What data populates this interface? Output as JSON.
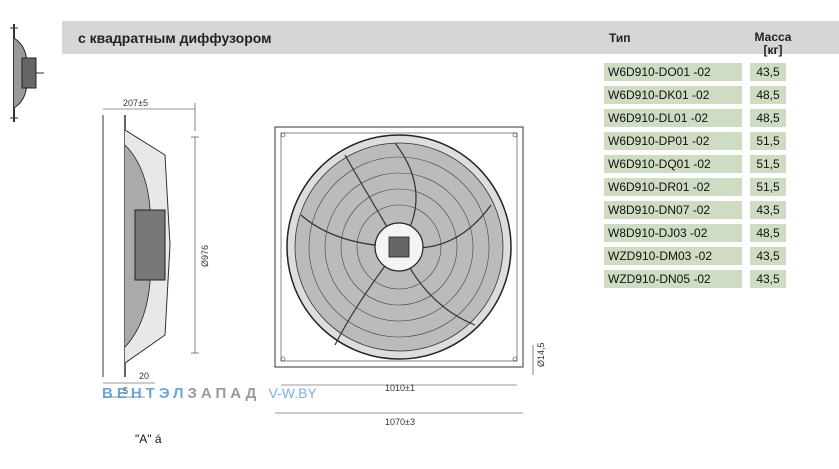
{
  "header": {
    "title": "с квадратным диффузором",
    "col_type": "Тип",
    "col_mass_line1": "Масса",
    "col_mass_line2": "[кг]"
  },
  "models": [
    {
      "type": "W6D910-DO01 -02",
      "mass": "43,5"
    },
    {
      "type": "W6D910-DK01 -02",
      "mass": "48,5"
    },
    {
      "type": "W6D910-DL01 -02",
      "mass": "48,5"
    },
    {
      "type": "W6D910-DP01 -02",
      "mass": "51,5"
    },
    {
      "type": "W6D910-DQ01 -02",
      "mass": "51,5"
    },
    {
      "type": "W6D910-DR01 -02",
      "mass": "51,5"
    },
    {
      "type": "W8D910-DN07 -02",
      "mass": "43,5"
    },
    {
      "type": "W8D910-DJ03 -02",
      "mass": "48,5"
    },
    {
      "type": "WZD910-DM03 -02",
      "mass": "43,5"
    },
    {
      "type": "WZD910-DN05 -02",
      "mass": "43,5"
    }
  ],
  "drawing": {
    "dim_depth": "207±5",
    "dim_height": "Ø976",
    "dim_20": "20",
    "dim_5": "5",
    "dim_hole": "Ø14,5",
    "dim_1010": "1010±1",
    "dim_1070": "1070±3"
  },
  "watermark": {
    "part1": "ВЕНТ",
    "part2": "ЭЛ",
    "part3": "ЗАПАД",
    "url": "V-W.BY"
  },
  "caption": "\"A\" á",
  "colors": {
    "header_bg": "#d6d6d6",
    "cell_bg": "#cfdcc4",
    "watermark_blue": "#4a8fd0"
  }
}
